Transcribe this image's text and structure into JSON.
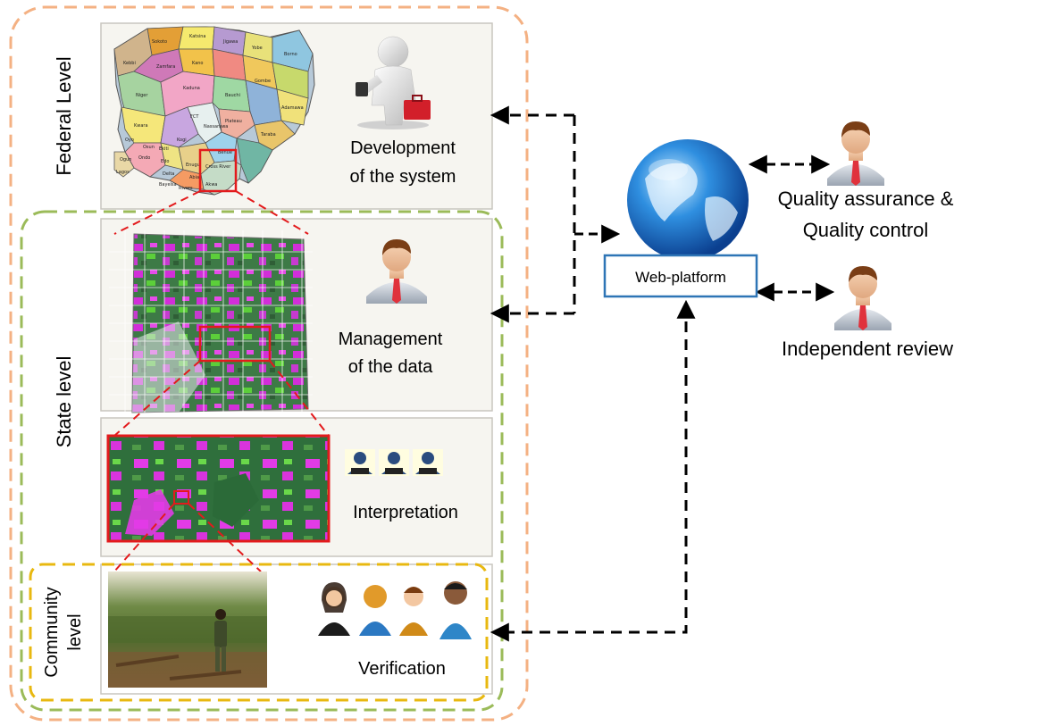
{
  "levels": {
    "federal": "Federal Level",
    "state": "State level",
    "community": [
      "Community",
      "level"
    ]
  },
  "tasks": {
    "development": [
      "Development",
      "of the system"
    ],
    "management": [
      "Management",
      "of the data"
    ],
    "interpretation": "Interpretation",
    "verification": "Verification"
  },
  "platform": {
    "label": "Web-platform"
  },
  "reviewers": {
    "qa": [
      "Quality assurance &",
      "Quality control"
    ],
    "independent": "Independent review"
  },
  "map_state_labels": [
    "Sokoto",
    "Katsina",
    "Jigawa",
    "Yobe",
    "Borno",
    "Kebbi",
    "Zamfara",
    "Kano",
    "Kaduna",
    "Bauchi",
    "Gombe",
    "Adamawa",
    "Niger",
    "Plateau",
    "Taraba",
    "Kwara",
    "Oyo",
    "FCT",
    "Nassarawa",
    "Kogi",
    "Benue",
    "Ogun",
    "Ondo",
    "Ekiti",
    "Osun",
    "Edo",
    "Lagos",
    "Delta",
    "Enugu",
    "Cross River",
    "Bayelsa",
    "Rivers",
    "Abia",
    "Akwa"
  ],
  "colors": {
    "federal_border": "#f4b183",
    "state_border": "#9bbb59",
    "community_border": "#e8b810",
    "highlight": "#e31a1c",
    "arrow": "#000000",
    "platform_border": "#2e75b6"
  }
}
